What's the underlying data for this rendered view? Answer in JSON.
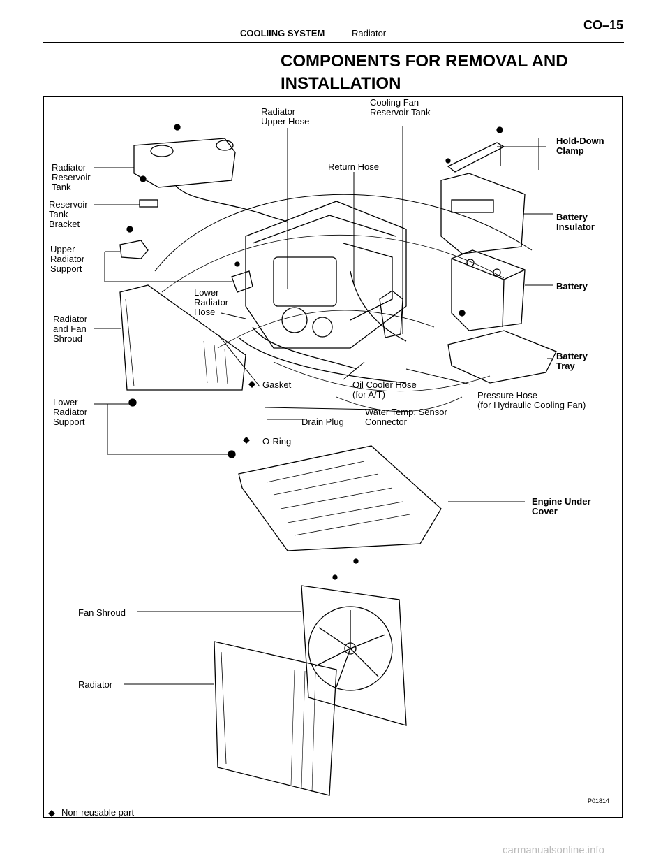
{
  "header": {
    "section": "COOLIING SYSTEM",
    "separator": "–",
    "subsection": "Radiator",
    "page": "CO–15"
  },
  "title": "COMPONENTS FOR REMOVAL AND INSTALLATION",
  "labels": {
    "radiator_upper_hose": "Radiator\nUpper Hose",
    "cooling_fan_reservoir_tank": "Cooling Fan\nReservoir Tank",
    "hold_down_clamp": "Hold-Down\nClamp",
    "radiator_reservoir_tank": "Radiator\nReservoir\nTank",
    "return_hose": "Return Hose",
    "reservoir_tank_bracket": "Reservoir\nTank\nBracket",
    "battery_insulator": "Battery\nInsulator",
    "upper_radiator_support": "Upper\nRadiator\nSupport",
    "battery": "Battery",
    "lower_radiator_hose": "Lower\nRadiator\nHose",
    "radiator_and_fan_shroud": "Radiator\nand Fan\nShroud",
    "battery_tray": "Battery\nTray",
    "gasket": "Gasket",
    "oil_cooler_hose": "Oil Cooler Hose\n(for A/T)",
    "pressure_hose": "Pressure Hose\n(for Hydraulic Cooling Fan)",
    "lower_radiator_support": "Lower\nRadiator\nSupport",
    "water_temp_sensor_connector": "Water Temp. Sensor\nConnector",
    "drain_plug": "Drain Plug",
    "o_ring": "O-Ring",
    "engine_under_cover": "Engine Under\nCover",
    "fan_shroud": "Fan Shroud",
    "radiator": "Radiator",
    "figure_code": "P01814",
    "legend": "Non-reusable part"
  },
  "watermark": "carmanualsonline.info"
}
